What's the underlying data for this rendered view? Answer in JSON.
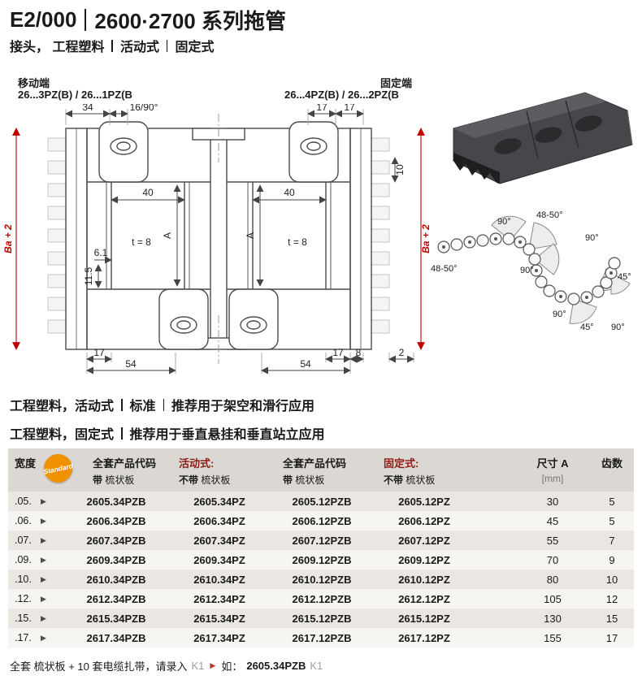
{
  "colors": {
    "accent_orange": "#f29100",
    "dim_red": "#c00000",
    "header_red": "#8e1c13",
    "muted_gray": "#9aa0a0"
  },
  "header": {
    "series": "E2/000",
    "title": "2600·2700 系列拖管",
    "subtitle": [
      "接头， 工程塑料",
      "活动式",
      "固定式"
    ]
  },
  "drawing": {
    "moving_end_label": "移动端",
    "moving_end_code": "26...3PZ(B) / 26...1PZ(B",
    "fixed_end_label": "固定端",
    "fixed_end_code": "26...4PZ(B) / 26...2PZ(B",
    "dims": {
      "d34": "34",
      "d16_90": "16/90°",
      "d17t1": "17",
      "d17t2": "17",
      "d40l": "40",
      "d40r": "40",
      "dal": "A",
      "dar": "A",
      "dt8l": "t = 8",
      "dt8r": "t = 8",
      "d61": "6.1",
      "d115": "11.5",
      "d10": "10",
      "d17bl": "17",
      "d54l": "54",
      "d17br": "17",
      "d8br": "8",
      "d2br": "2",
      "d54r": "54",
      "dbal": "Ba + 2",
      "dbar": "Ba + 2"
    },
    "bend_labels": [
      "90°",
      "48-50°",
      "90°",
      "48-50°",
      "90°",
      "45°",
      "90°",
      "45°",
      "90°"
    ]
  },
  "notes": {
    "line1": [
      "工程塑料，活动式",
      "标准",
      "推荐用于架空和滑行应用"
    ],
    "line2": [
      "工程塑料，固定式",
      "推荐用于垂直悬挂和垂直站立应用"
    ]
  },
  "table": {
    "badge": "Standard",
    "marker": "▶",
    "headers": {
      "width": "宽度",
      "full_a1": "全套产品代码",
      "full_a2b": "带",
      "full_a2": "梳状板",
      "move1": "活动式:",
      "move2b": "不带",
      "move2": "梳状板",
      "full_b1": "全套产品代码",
      "full_b2b": "带",
      "full_b2": "梳状板",
      "fix1": "固定式:",
      "fix2b": "不带",
      "fix2": "梳状板",
      "dima1": "尺寸 A",
      "dima2": "[mm]",
      "teeth": "齿数"
    },
    "rows": [
      {
        "width": ".05.",
        "full_a": "2605.34PZB",
        "move": "2605.34PZ",
        "full_b": "2605.12PZB",
        "fix": "2605.12PZ",
        "dim_a": "30",
        "teeth": "5"
      },
      {
        "width": ".06.",
        "full_a": "2606.34PZB",
        "move": "2606.34PZ",
        "full_b": "2606.12PZB",
        "fix": "2606.12PZ",
        "dim_a": "45",
        "teeth": "5"
      },
      {
        "width": ".07.",
        "full_a": "2607.34PZB",
        "move": "2607.34PZ",
        "full_b": "2607.12PZB",
        "fix": "2607.12PZ",
        "dim_a": "55",
        "teeth": "7"
      },
      {
        "width": ".09.",
        "full_a": "2609.34PZB",
        "move": "2609.34PZ",
        "full_b": "2609.12PZB",
        "fix": "2609.12PZ",
        "dim_a": "70",
        "teeth": "9"
      },
      {
        "width": ".10.",
        "full_a": "2610.34PZB",
        "move": "2610.34PZ",
        "full_b": "2610.12PZB",
        "fix": "2610.12PZ",
        "dim_a": "80",
        "teeth": "10"
      },
      {
        "width": ".12.",
        "full_a": "2612.34PZB",
        "move": "2612.34PZ",
        "full_b": "2612.12PZB",
        "fix": "2612.12PZ",
        "dim_a": "105",
        "teeth": "12"
      },
      {
        "width": ".15.",
        "full_a": "2615.34PZB",
        "move": "2615.34PZ",
        "full_b": "2615.12PZB",
        "fix": "2615.12PZ",
        "dim_a": "130",
        "teeth": "15"
      },
      {
        "width": ".17.",
        "full_a": "2617.34PZB",
        "move": "2617.34PZ",
        "full_b": "2617.12PZB",
        "fix": "2617.12PZ",
        "dim_a": "155",
        "teeth": "17"
      }
    ]
  },
  "footer": {
    "before": "全套 梳状板 + 10 套电缆扎带，请录入",
    "k1a": "K1",
    "arrow": "▶",
    "example": "如：",
    "code": "2605.34PZB",
    "k1b": "K1"
  }
}
